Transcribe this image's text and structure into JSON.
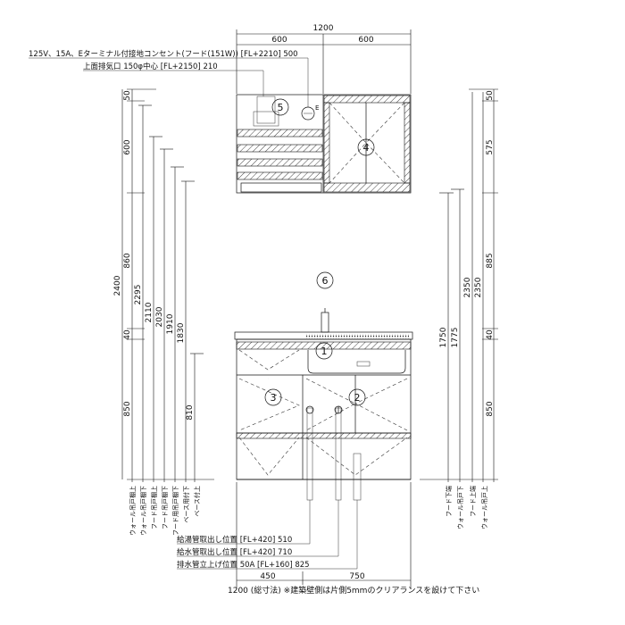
{
  "top_notes": {
    "power": "125V、15A、Eターミナル付接地コンセント(フード(151W)) [FL+2210] 500",
    "exhaust": "上面排気口 150φ中心 [FL+2150] 210"
  },
  "top_dims": {
    "total": "1200",
    "left": "600",
    "right": "600"
  },
  "left_dims": {
    "total": "2400",
    "seg_top": "50",
    "seg_upper": "600",
    "seg_mid": "860",
    "seg_40": "40",
    "seg_base": "850",
    "h2295": "2295",
    "h2110": "2110",
    "h2030": "2030",
    "h1910": "1910",
    "h1830": "1830",
    "h810": "810"
  },
  "left_vertical_labels": [
    "ウォール吊戸棚上",
    "ウォール吊戸棚下",
    "フード吊戸棚上",
    "フード吊戸棚下",
    "フード用吊戸棚下",
    "ベース用付下",
    "ベース付上"
  ],
  "right_dims": {
    "seg_top": "50",
    "seg_upper": "575",
    "seg_mid": "885",
    "seg_40": "40",
    "seg_base": "850",
    "h2350a": "2350",
    "h2350b": "2350",
    "h1775": "1775",
    "h1750": "1750"
  },
  "right_vertical_labels": [
    "フード下端",
    "ウォール吊戸下",
    "フード上端",
    "ウォール吊戸上"
  ],
  "callouts": [
    "1",
    "2",
    "3",
    "4",
    "5",
    "6"
  ],
  "ground_symbol": "E",
  "bottom_notes": {
    "hot_water": "給湯管取出し位置 [FL+420] 510",
    "cold_water": "給水管取出し位置 [FL+420] 710",
    "drain": "排水管立上げ位置 50A [FL+160] 825"
  },
  "bottom_dims": {
    "left": "450",
    "right": "750"
  },
  "footer_note": "1200 (総寸法) ※建築壁側は片側5mmのクリアランスを設けて下さい"
}
